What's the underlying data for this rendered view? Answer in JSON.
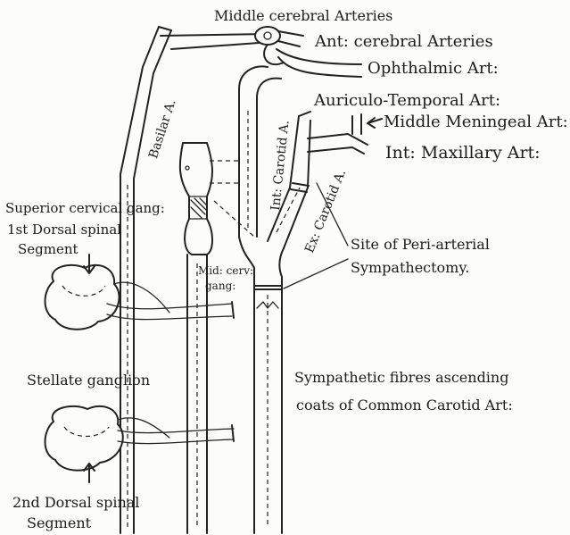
{
  "labels": {
    "middle_cerebral": "Middle cerebral Arteries",
    "ant_cerebral": "Ant: cerebral Arteries",
    "ophthalmic": "Ophthalmic Art:",
    "auriculo_temporal": "Auriculo-Temporal Art:",
    "middle_meningeal": "Middle Meningeal Art:",
    "int_maxillary": "Int: Maxillary Art:",
    "basilar": "Basilar A.",
    "int_carotid": "Int: Carotid A.",
    "ex_carotid": "Ex: Carotid A.",
    "superior_cervical": "Superior cervical gang:",
    "dorsal1_line1": "1st Dorsal spinal",
    "dorsal1_line2": "Segment",
    "site_line1": "Site of Peri-arterial",
    "site_line2": "Sympathectomy.",
    "mid_cerv_line1": "Mid: cerv:",
    "mid_cerv_line2": "gang:",
    "stellate": "Stellate ganglion",
    "sympathetic_line1": "Sympathetic fibres ascending",
    "sympathetic_line2": "coats of Common Carotid Art:",
    "dorsal2_line1": "2nd Dorsal spinal",
    "dorsal2_line2": "Segment"
  }
}
